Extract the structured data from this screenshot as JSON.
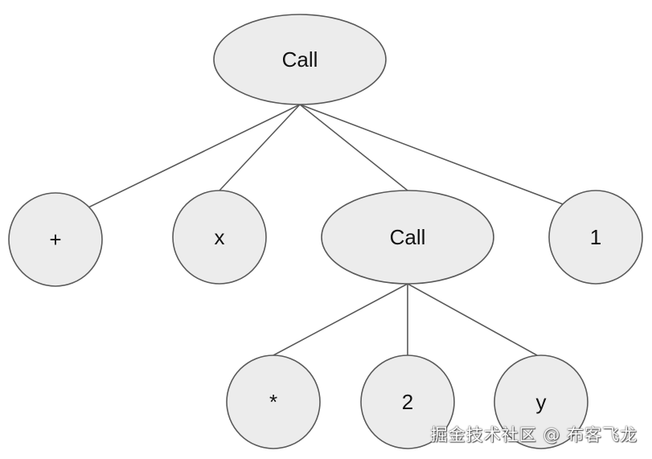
{
  "diagram": {
    "nodes": [
      {
        "id": "root-call",
        "label": "Call",
        "shape": "ellipse"
      },
      {
        "id": "plus",
        "label": "+",
        "shape": "circle"
      },
      {
        "id": "x",
        "label": "x",
        "shape": "circle"
      },
      {
        "id": "inner-call",
        "label": "Call",
        "shape": "ellipse"
      },
      {
        "id": "one",
        "label": "1",
        "shape": "circle"
      },
      {
        "id": "star",
        "label": "*",
        "shape": "circle"
      },
      {
        "id": "two",
        "label": "2",
        "shape": "circle"
      },
      {
        "id": "y",
        "label": "y",
        "shape": "circle"
      }
    ],
    "edges": [
      {
        "from": "root-call",
        "to": "plus"
      },
      {
        "from": "root-call",
        "to": "x"
      },
      {
        "from": "root-call",
        "to": "inner-call"
      },
      {
        "from": "root-call",
        "to": "one"
      },
      {
        "from": "inner-call",
        "to": "star"
      },
      {
        "from": "inner-call",
        "to": "two"
      },
      {
        "from": "inner-call",
        "to": "y"
      }
    ],
    "colors": {
      "node_fill": "#ececec",
      "node_stroke": "#5a5a5a",
      "edge": "#595959",
      "text": "#111111"
    }
  },
  "watermark": {
    "text": "掘金技术社区 @ 布客飞龙"
  }
}
